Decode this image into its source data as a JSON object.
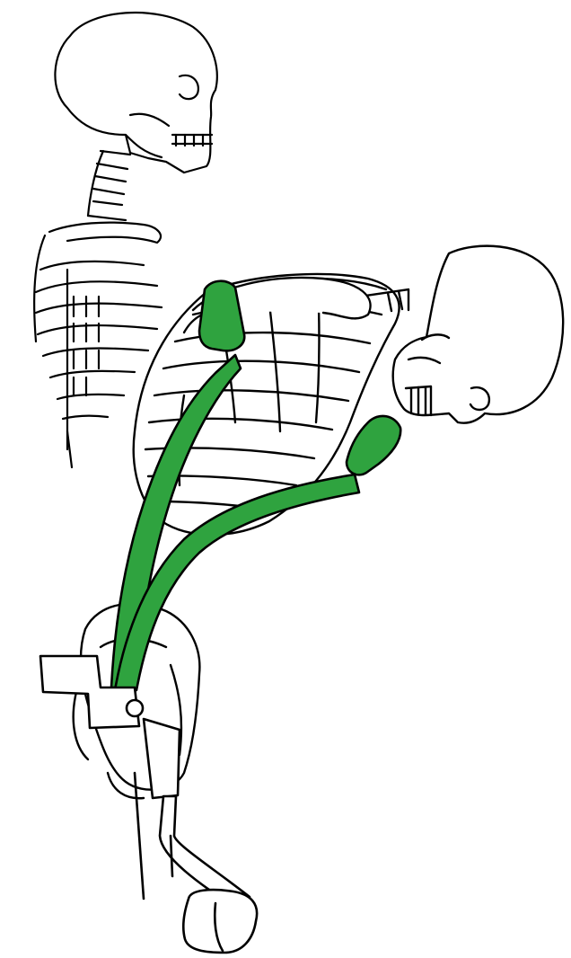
{
  "colors": {
    "background": "#ffffff",
    "line": "#000000",
    "fill": "#ffffff",
    "support_green": "#2fa33f"
  },
  "figures": [
    {
      "name": "upright-skeleton",
      "pose": "standing"
    },
    {
      "name": "bent-skeleton",
      "pose": "forward-bent"
    }
  ],
  "device": {
    "name": "back-support-exoskeleton",
    "parts": [
      "chest-pad",
      "sternum-pad",
      "chest-strut",
      "sternum-strut",
      "hip-frame",
      "hinge",
      "thigh-bar",
      "knee-cuff"
    ]
  }
}
